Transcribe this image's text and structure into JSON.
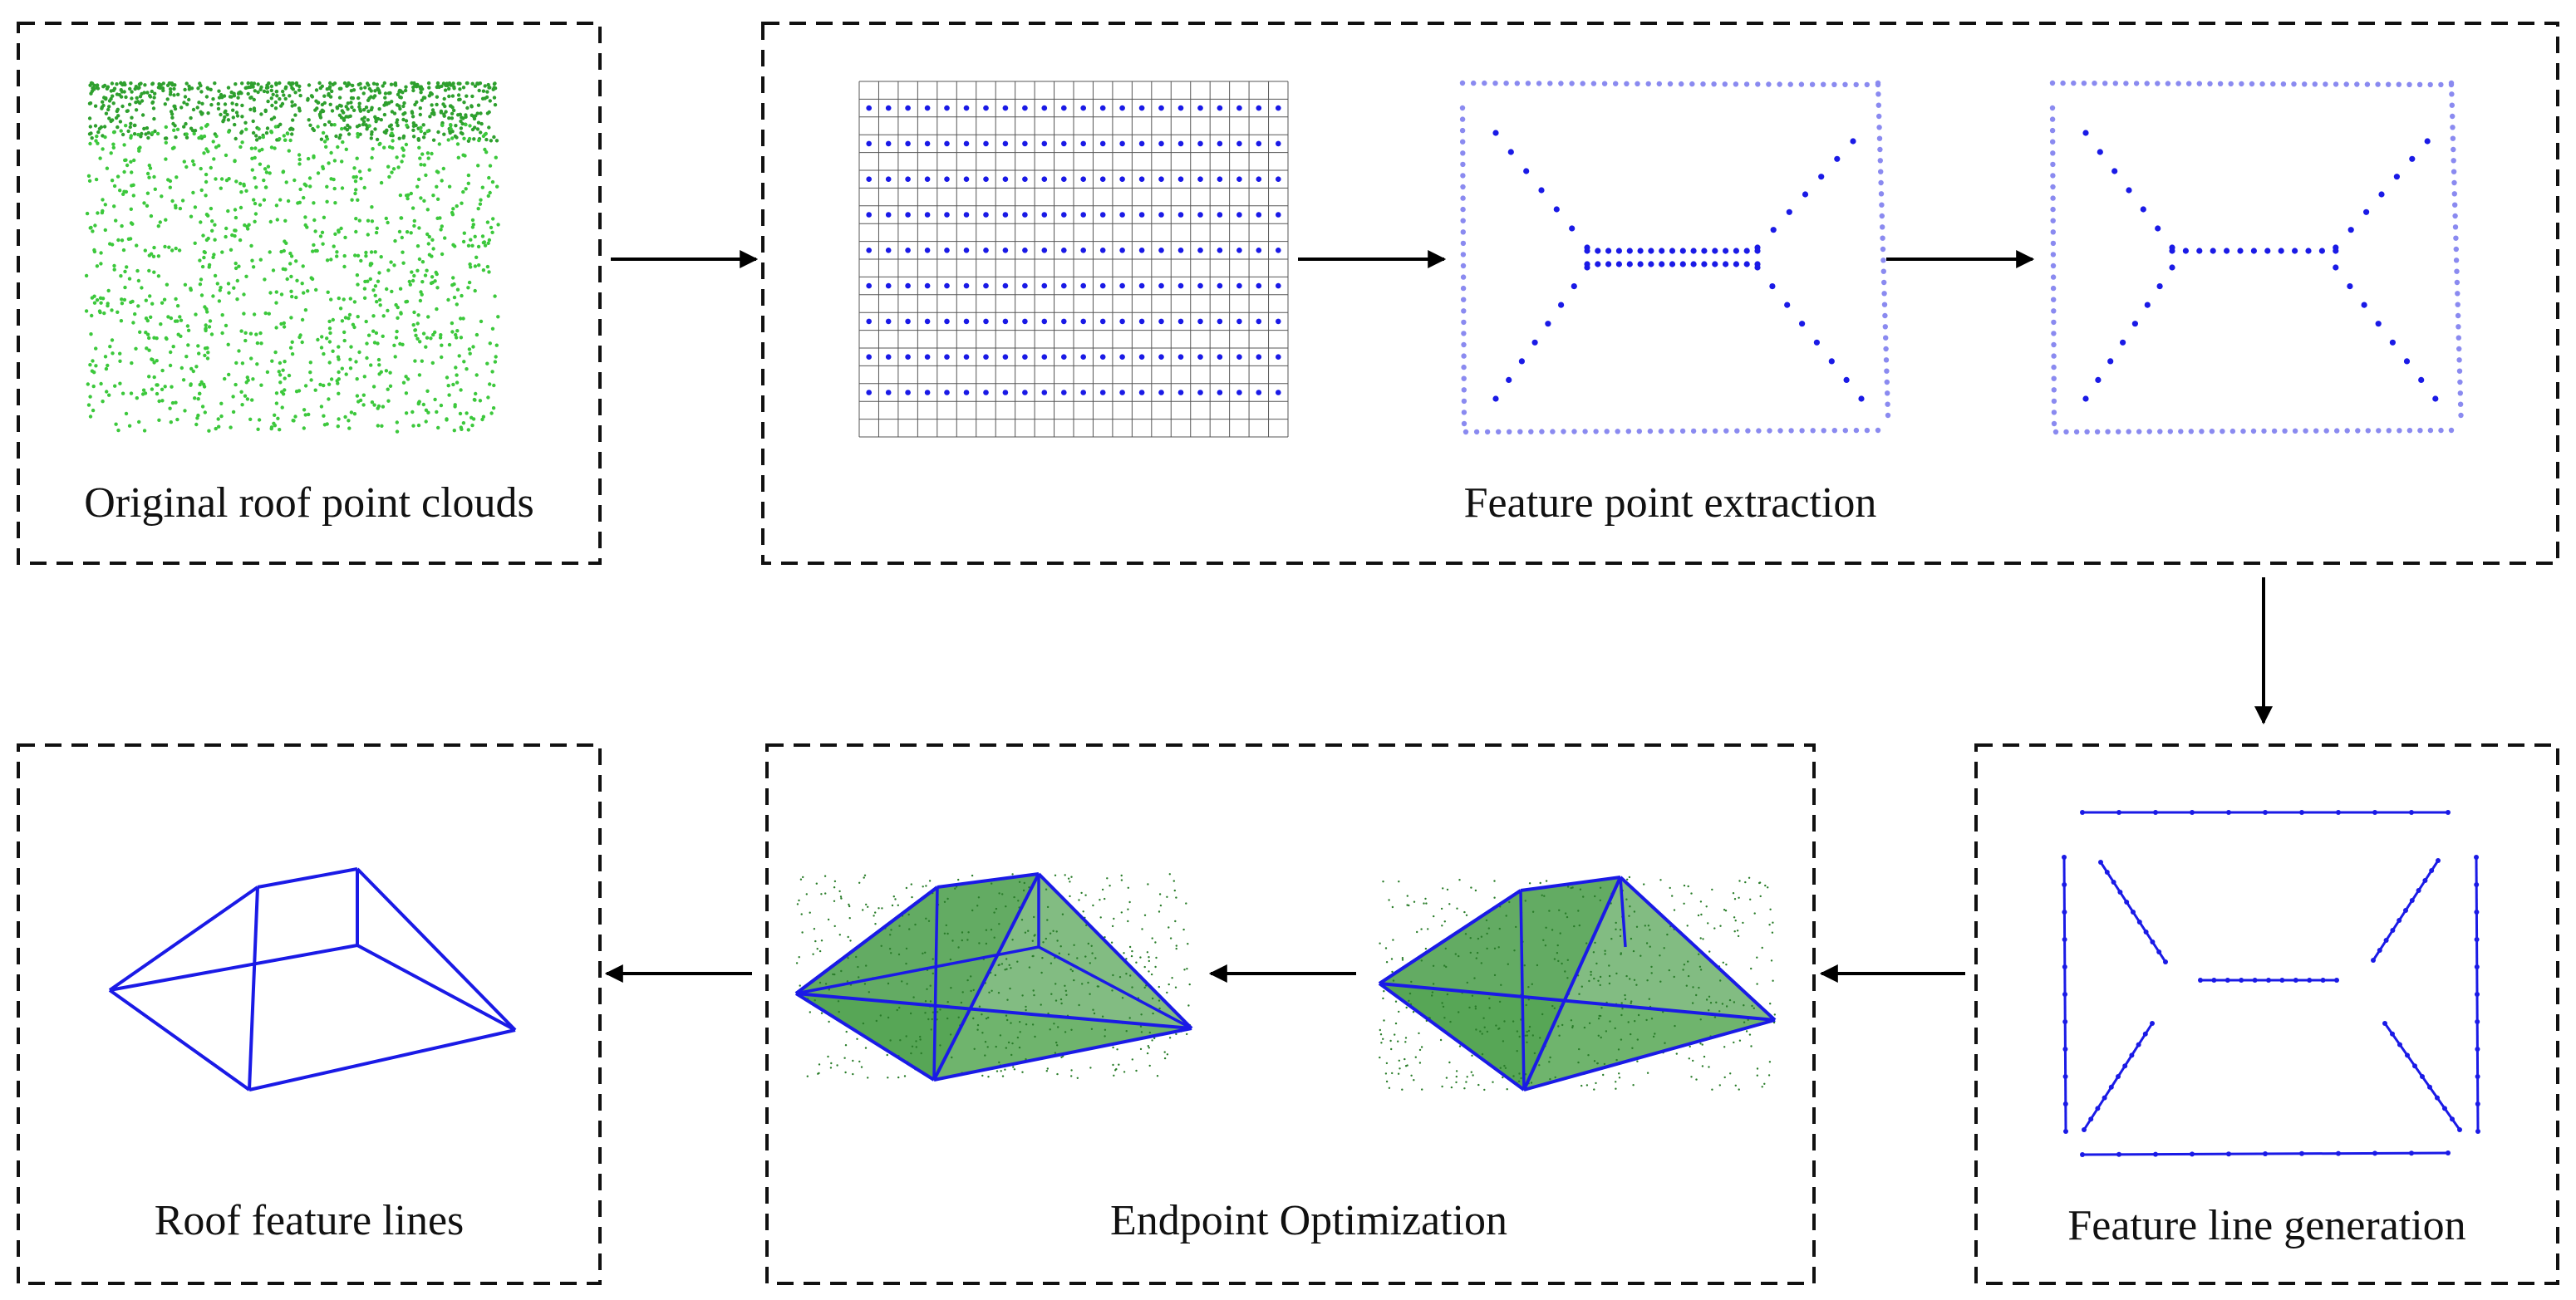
{
  "labels": {
    "original": "Original roof point clouds",
    "extraction": "Feature point extraction",
    "line_generation": "Feature line generation",
    "endpoint": "Endpoint Optimization",
    "roof_lines": "Roof feature lines"
  },
  "colors": {
    "green_points": "#3cc83c",
    "dense_green": "#2ea02e",
    "blue": "#1a1ae6",
    "light_blue": "#8a8af0",
    "grid": "#555555",
    "border": "#111111",
    "arrow": "#000000",
    "face_green": "#2f8f2f",
    "face_light": "#a8d8a0"
  },
  "icons": {
    "flow_arrow": "arrow-icon"
  }
}
